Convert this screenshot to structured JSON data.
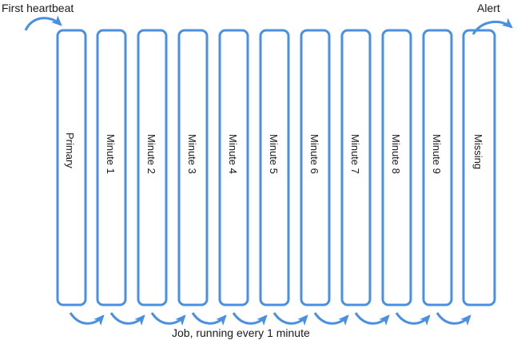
{
  "diagram": {
    "title_top_left": "First heartbeat",
    "title_top_right": "Alert",
    "caption_bottom": "Job, running every 1 minute",
    "colors": {
      "stroke": "#4a90e2",
      "text": "#1a1a1a",
      "background": "#ffffff"
    },
    "boxes": [
      {
        "label": "Primary"
      },
      {
        "label": "Minute 1"
      },
      {
        "label": "Minute 2"
      },
      {
        "label": "Minute 3"
      },
      {
        "label": "Minute 4"
      },
      {
        "label": "Minute 5"
      },
      {
        "label": "Minute 6"
      },
      {
        "label": "Minute 7"
      },
      {
        "label": "Minute 8"
      },
      {
        "label": "Minute 9"
      },
      {
        "label": "Missing"
      }
    ],
    "arrows": {
      "top_left": {
        "from": "First heartbeat",
        "to": "Primary"
      },
      "top_right": {
        "from": "Alert",
        "to": "Missing"
      },
      "bottom_count": 10
    }
  }
}
